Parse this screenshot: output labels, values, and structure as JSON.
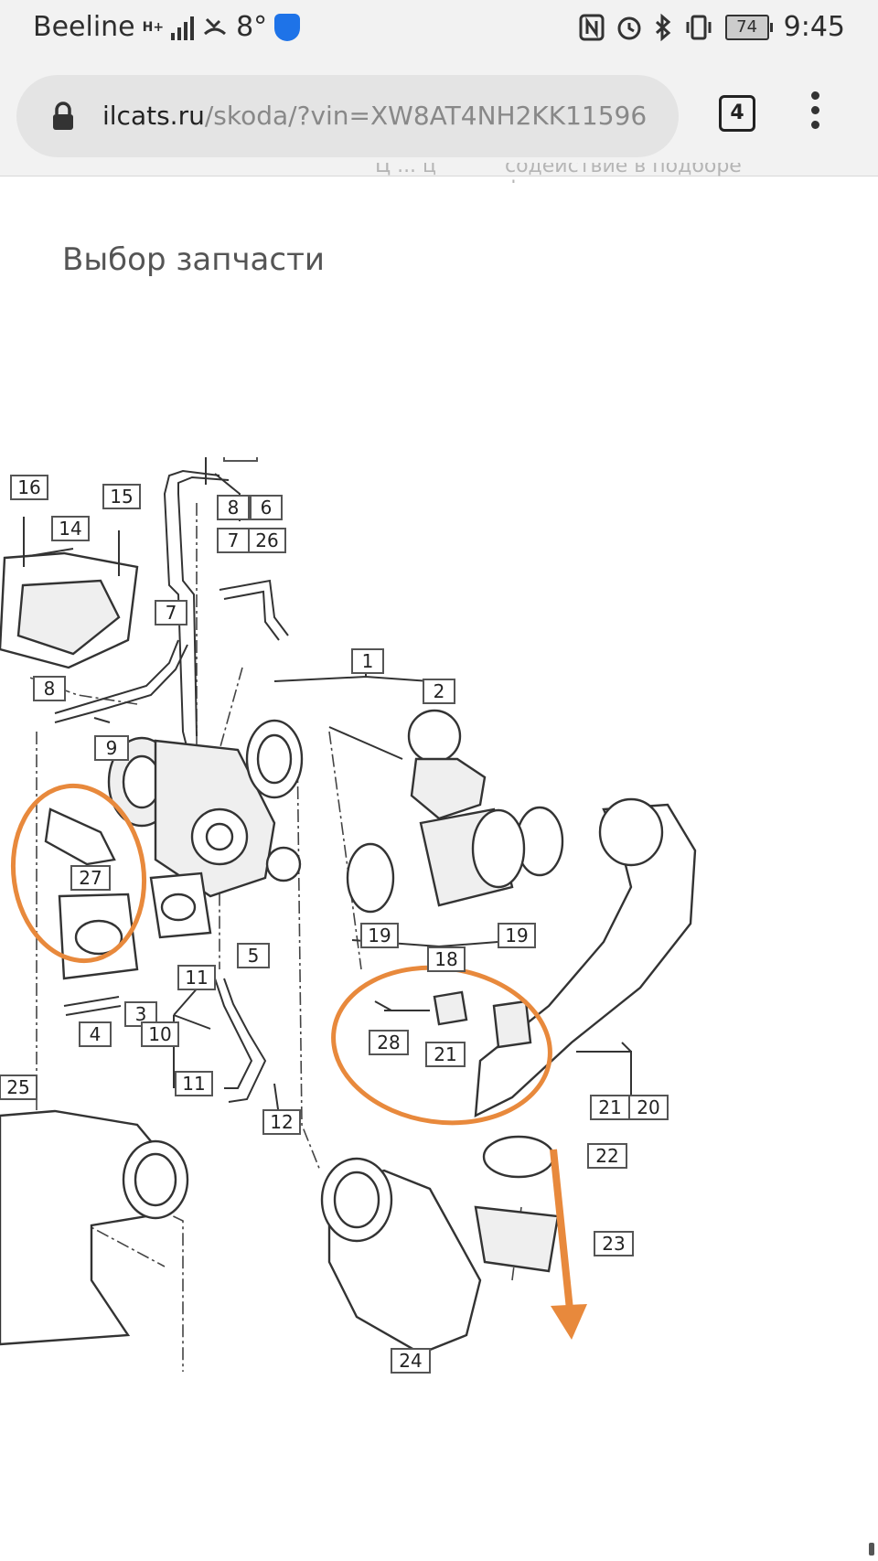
{
  "status_bar": {
    "carrier": "Beeline",
    "network": "H+",
    "temperature": "8°",
    "battery": "74",
    "time": "9:45",
    "icons": [
      "signal-icon",
      "missed-call-icon",
      "shield-icon",
      "nfc-icon",
      "alarm-icon",
      "bluetooth-icon",
      "vibrate-icon",
      "battery-icon"
    ]
  },
  "browser": {
    "url_host": "ilcats.ru",
    "url_path": "/skoda/?vin=XW8AT4NH2KK11596",
    "tab_count": "4"
  },
  "page": {
    "cut_text_left": "Ц ... ц",
    "cut_text_right": "содействие в подборе финансовых у",
    "title": "Выбор запчасти"
  },
  "diagram": {
    "labels": [
      "1",
      "2",
      "3",
      "4",
      "5",
      "6",
      "7",
      "7",
      "8",
      "8",
      "9",
      "9",
      "10",
      "11",
      "11",
      "12",
      "14",
      "15",
      "16",
      "18",
      "19",
      "19",
      "20",
      "21",
      "21",
      "22",
      "23",
      "24",
      "25",
      "26",
      "27",
      "28"
    ],
    "highlight_color": "#e8893c"
  }
}
